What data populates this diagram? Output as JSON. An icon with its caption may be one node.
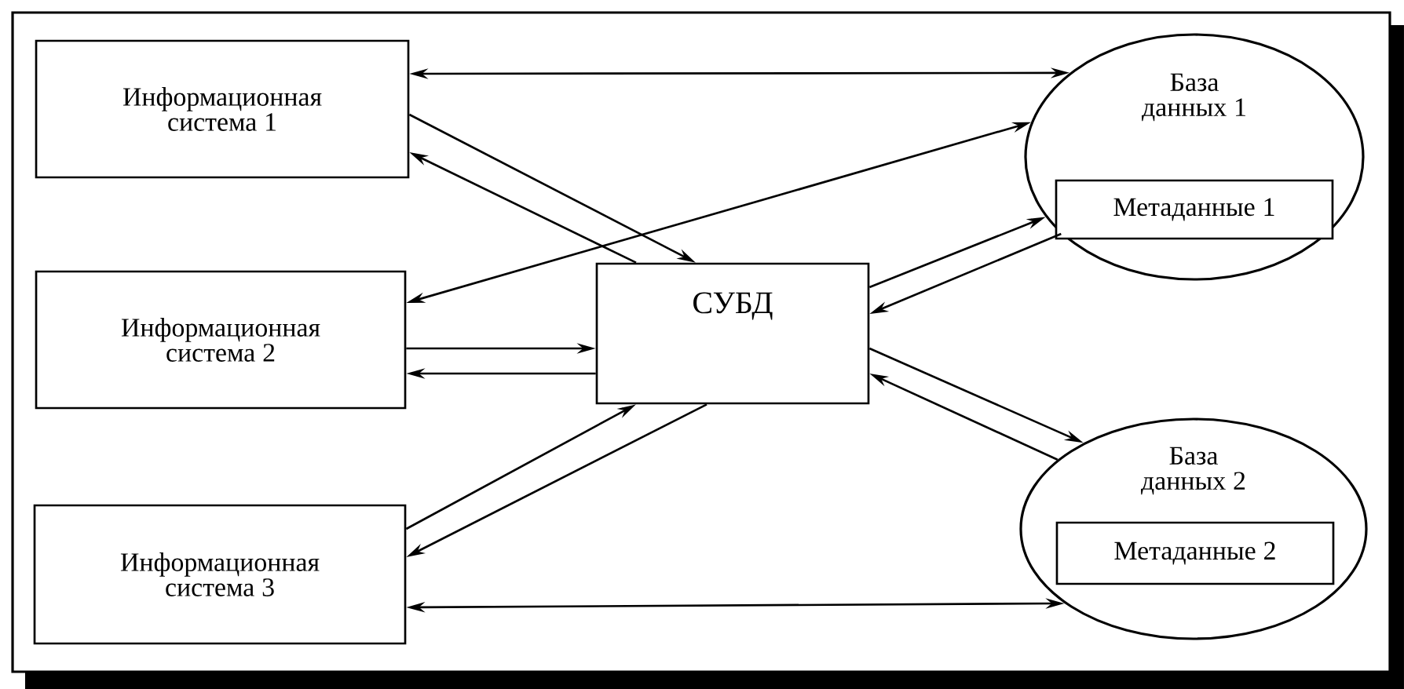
{
  "diagram": {
    "nodes": [
      {
        "text": [
          "Информационная система 1"
        ]
      },
      {
        "text": [
          "Информационная система 2"
        ]
      },
      {
        "text": [
          "Информационная система 3"
        ]
      },
      {
        "text": [
          "СУБД"
        ]
      },
      {
        "text": [
          "База данных 1"
        ]
      },
      {
        "text": [
          "Метаданные 1"
        ],
        "in": 4
      },
      {
        "text": [
          "База данных 2"
        ]
      },
      {
        "text": [
          "Метаданные 2"
        ],
        "in": 6
      }
    ],
    "edges": [
      {
        "from": 0,
        "to": 4,
        "arrow": "both"
      },
      {
        "from": 0,
        "to": 3,
        "arrow": "to"
      },
      {
        "from": 3,
        "to": 0,
        "arrow": "to"
      },
      {
        "from": 4,
        "to": 1,
        "arrow": "both"
      },
      {
        "from": 1,
        "to": 3,
        "arrow": "to"
      },
      {
        "from": 3,
        "to": 1,
        "arrow": "to"
      },
      {
        "from": 3,
        "to": 4,
        "arrow": "to"
      },
      {
        "from": 4,
        "to": 3,
        "arrow": "to"
      },
      {
        "from": 3,
        "to": 6,
        "arrow": "to"
      },
      {
        "from": 6,
        "to": 3,
        "arrow": "to"
      },
      {
        "from": 2,
        "to": 3,
        "arrow": "to"
      },
      {
        "from": 3,
        "to": 2,
        "arrow": "to"
      },
      {
        "from": 2,
        "to": 6,
        "arrow": "both"
      }
    ]
  }
}
